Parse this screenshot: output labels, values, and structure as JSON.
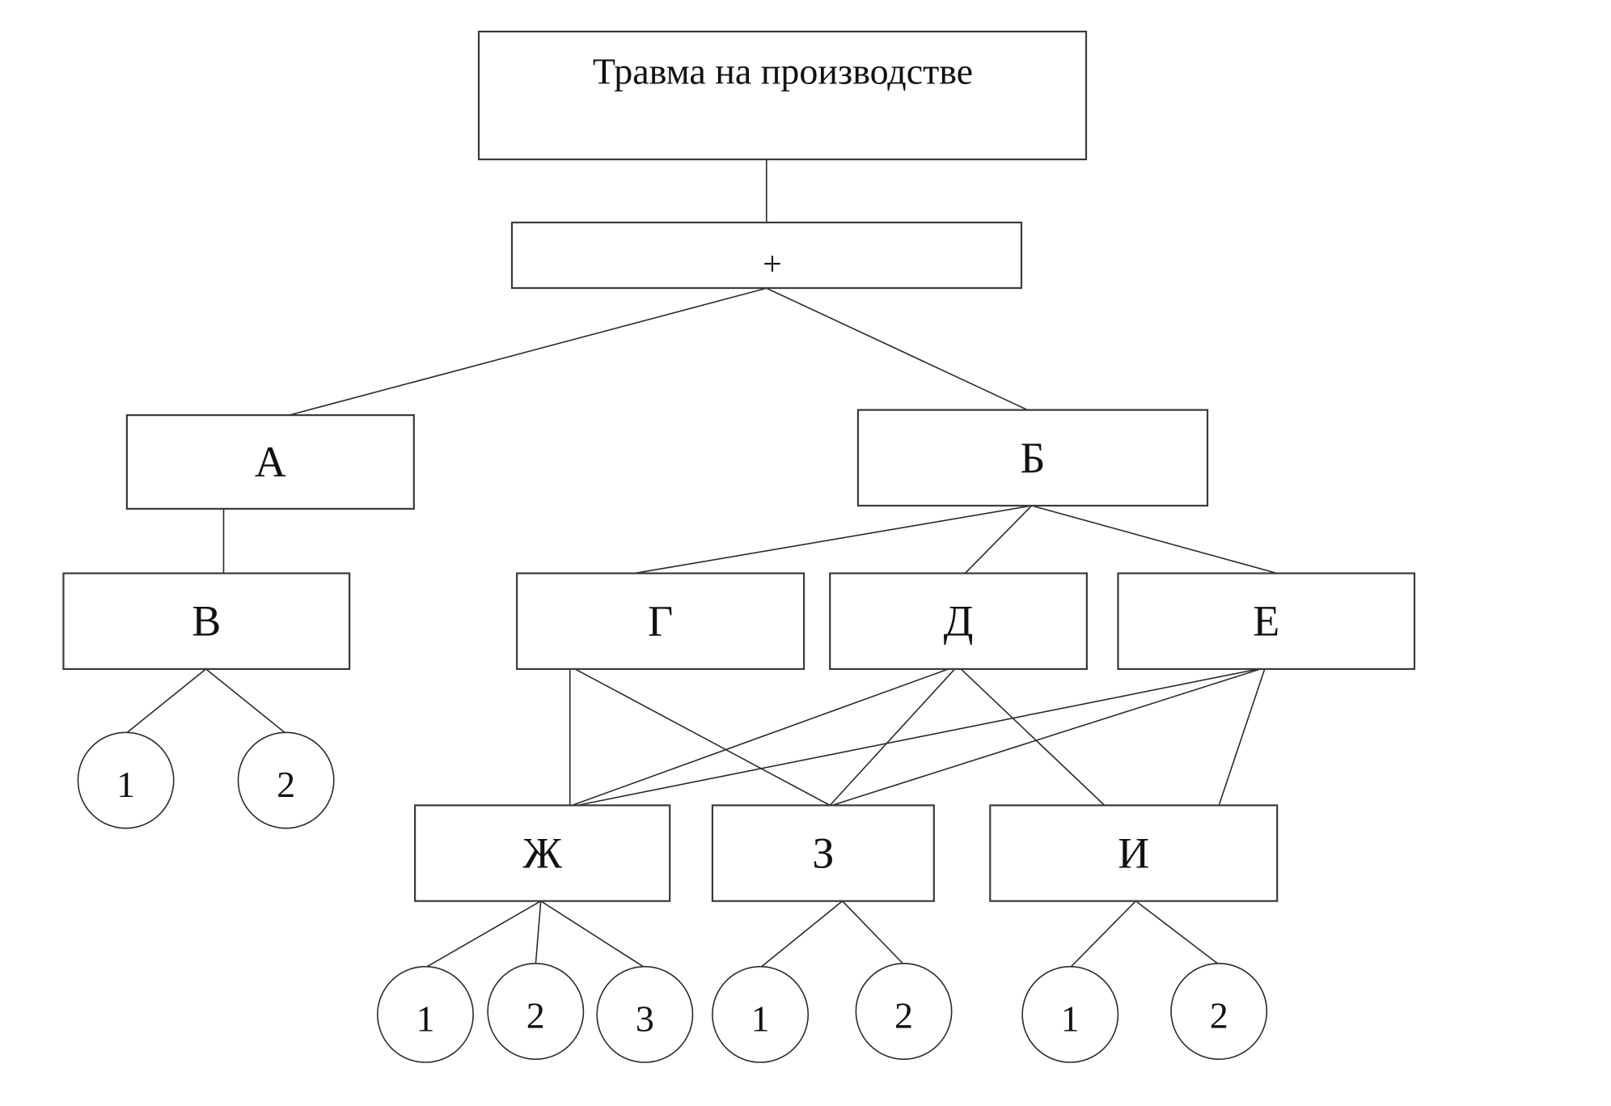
{
  "title": "Травма на производстве",
  "operator": "+",
  "nodes": [
    {
      "id": "A",
      "label": "А",
      "level": 1,
      "parent": "op"
    },
    {
      "id": "B",
      "label": "Б",
      "level": 1,
      "parent": "op"
    },
    {
      "id": "V",
      "label": "В",
      "level": 2,
      "parents": [
        "A"
      ]
    },
    {
      "id": "G",
      "label": "Г",
      "level": 2,
      "parents": [
        "B"
      ]
    },
    {
      "id": "D",
      "label": "Д",
      "level": 2,
      "parents": [
        "B"
      ]
    },
    {
      "id": "E",
      "label": "Е",
      "level": 2,
      "parents": [
        "B"
      ]
    },
    {
      "id": "Zh",
      "label": "Ж",
      "level": 3,
      "parents": [
        "G",
        "D",
        "E"
      ]
    },
    {
      "id": "Z",
      "label": "З",
      "level": 3,
      "parents": [
        "G",
        "D",
        "E"
      ]
    },
    {
      "id": "I",
      "label": "И",
      "level": 3,
      "parents": [
        "D",
        "E"
      ]
    }
  ],
  "leaves": [
    {
      "parent": "V",
      "label": "1"
    },
    {
      "parent": "V",
      "label": "2"
    },
    {
      "parent": "Zh",
      "label": "1"
    },
    {
      "parent": "Zh",
      "label": "2"
    },
    {
      "parent": "Zh",
      "label": "3"
    },
    {
      "parent": "Z",
      "label": "1"
    },
    {
      "parent": "Z",
      "label": "2"
    },
    {
      "parent": "I",
      "label": "1"
    },
    {
      "parent": "I",
      "label": "2"
    }
  ],
  "edges": [
    [
      "root",
      "op"
    ],
    [
      "op",
      "A"
    ],
    [
      "op",
      "B"
    ],
    [
      "A",
      "V"
    ],
    [
      "B",
      "G"
    ],
    [
      "B",
      "D"
    ],
    [
      "B",
      "E"
    ],
    [
      "G",
      "Zh"
    ],
    [
      "G",
      "Z"
    ],
    [
      "D",
      "Zh"
    ],
    [
      "D",
      "Z"
    ],
    [
      "D",
      "I"
    ],
    [
      "E",
      "Zh"
    ],
    [
      "E",
      "Z"
    ],
    [
      "E",
      "I"
    ]
  ]
}
